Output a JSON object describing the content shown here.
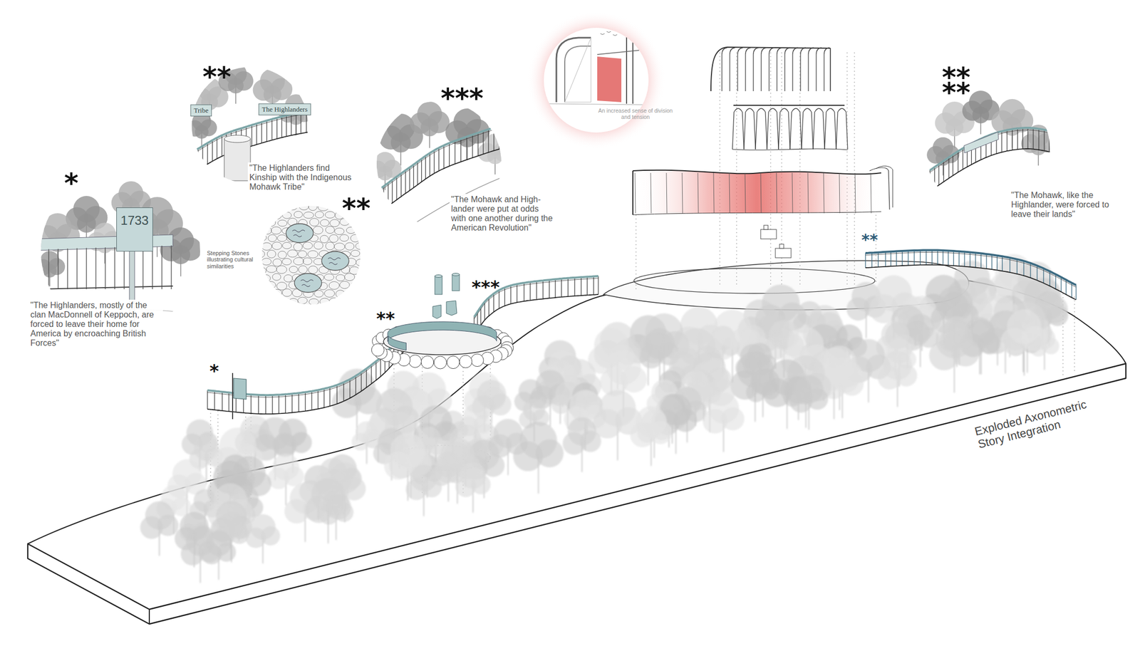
{
  "diagram": {
    "caption": "Exploded Axonometric Story Integration",
    "nodes": [
      {
        "text": [
          "1733"
        ]
      }
    ],
    "labels": [
      "**",
      "Tribe",
      "The Highlanders",
      "\"The Highlanders find Kinship with the Indigenous Mohawk Tribe\"",
      "*",
      "\"The Highlanders, mostly of the clan MacDonnell of Keppoch, are forced to leave their home for America by encroaching British Forces\"",
      "**",
      "Stepping Stones illustrating cultural similarities",
      "***",
      "\"The Mohawk and High-lander were put at odds with one another during the American Revolution\"",
      "An increased sense of division and tension",
      "****",
      "\"The Mohawk, like the Highlander, were forced to leave their lands\"",
      "*",
      "**",
      "***",
      "**"
    ]
  }
}
